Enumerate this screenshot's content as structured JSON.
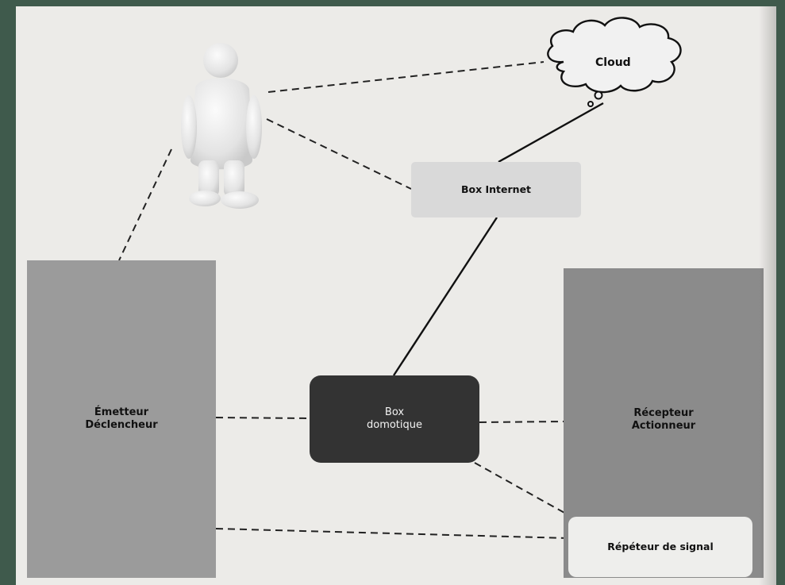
{
  "nodes": {
    "cloud": "Cloud",
    "box_internet": "Box Internet",
    "box_domotique": "Box\ndomotique",
    "emetteur": "Émetteur\nDéclencheur",
    "recepteur": "Récepteur\nActionneur",
    "repeteur": "Répéteur de signal"
  },
  "colors": {
    "page": "#ecebe8",
    "frame": "#3f5a4c",
    "emetteur": "#9b9b9b",
    "recepteur": "#8b8b8b",
    "box_domotique": "#333333",
    "box_internet": "#d9d9d9"
  }
}
